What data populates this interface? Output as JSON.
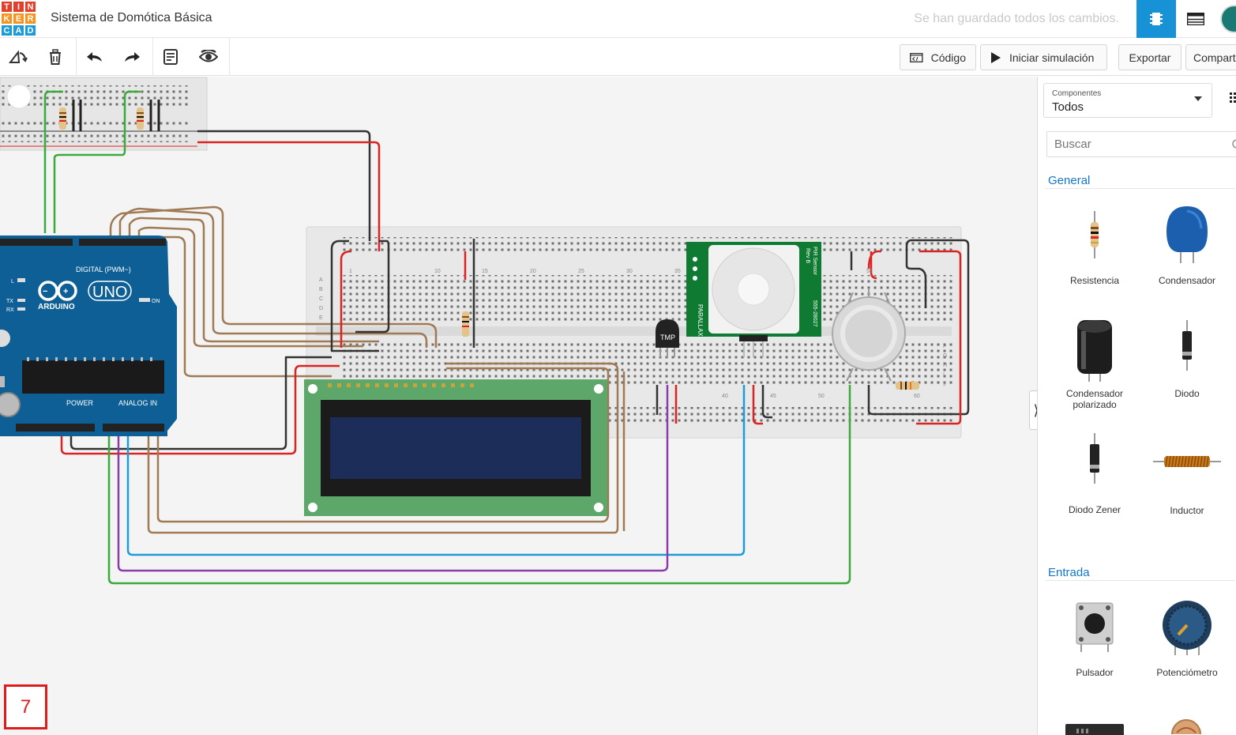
{
  "header": {
    "logo_letters": [
      "T",
      "I",
      "N",
      "K",
      "E",
      "R",
      "C",
      "A",
      "D"
    ],
    "logo_colors": [
      "#e2402b",
      "#e2402b",
      "#e2402b",
      "#f8931e",
      "#f8931e",
      "#f8931e",
      "#1b9bd7",
      "#1b9bd7",
      "#1b9bd7"
    ],
    "project_title": "Sistema de Domótica Básica",
    "save_status": "Se han guardado todos los cambios."
  },
  "toolbar": {
    "code_label": "Código",
    "simulate_label": "Iniciar simulación",
    "export_label": "Exportar",
    "share_label": "Compartir"
  },
  "canvas": {
    "step_number": "7",
    "arduino": {
      "brand": "ARDUINO",
      "model": "UNO",
      "digital_label": "DIGITAL (PWM~)",
      "power_label": "POWER",
      "analog_label": "ANALOG IN",
      "on_label": "ON",
      "tx_label": "TX",
      "rx_label": "RX",
      "l_label": "L"
    },
    "pir_sensor": {
      "brand": "PARALLAX",
      "title": "PIR Sensor",
      "rev": "Rev B",
      "code": "555-28027"
    },
    "temp_sensor": {
      "label": "TMP"
    },
    "breadboard_numbers": [
      "1",
      "10",
      "15",
      "20",
      "25",
      "30",
      "35",
      "40",
      "45",
      "50",
      "55",
      "60"
    ],
    "breadboard_rows": [
      "A",
      "B",
      "C",
      "D",
      "E",
      "F",
      "G",
      "H",
      "I",
      "J"
    ]
  },
  "panel": {
    "components_label": "Componentes",
    "components_value": "Todos",
    "search_placeholder": "Buscar",
    "sections": [
      {
        "title": "General",
        "items": [
          {
            "label": "Resistencia",
            "icon": "resistor-icon"
          },
          {
            "label": "Condensador",
            "icon": "capacitor-icon"
          },
          {
            "label": "Condensador polarizado",
            "icon": "polarized-capacitor-icon"
          },
          {
            "label": "Diodo",
            "icon": "diode-icon"
          },
          {
            "label": "Diodo Zener",
            "icon": "zener-diode-icon"
          },
          {
            "label": "Inductor",
            "icon": "inductor-icon"
          }
        ]
      },
      {
        "title": "Entrada",
        "items": [
          {
            "label": "Pulsador",
            "icon": "pushbutton-icon"
          },
          {
            "label": "Potenciómetro",
            "icon": "potentiometer-icon"
          }
        ]
      }
    ]
  }
}
